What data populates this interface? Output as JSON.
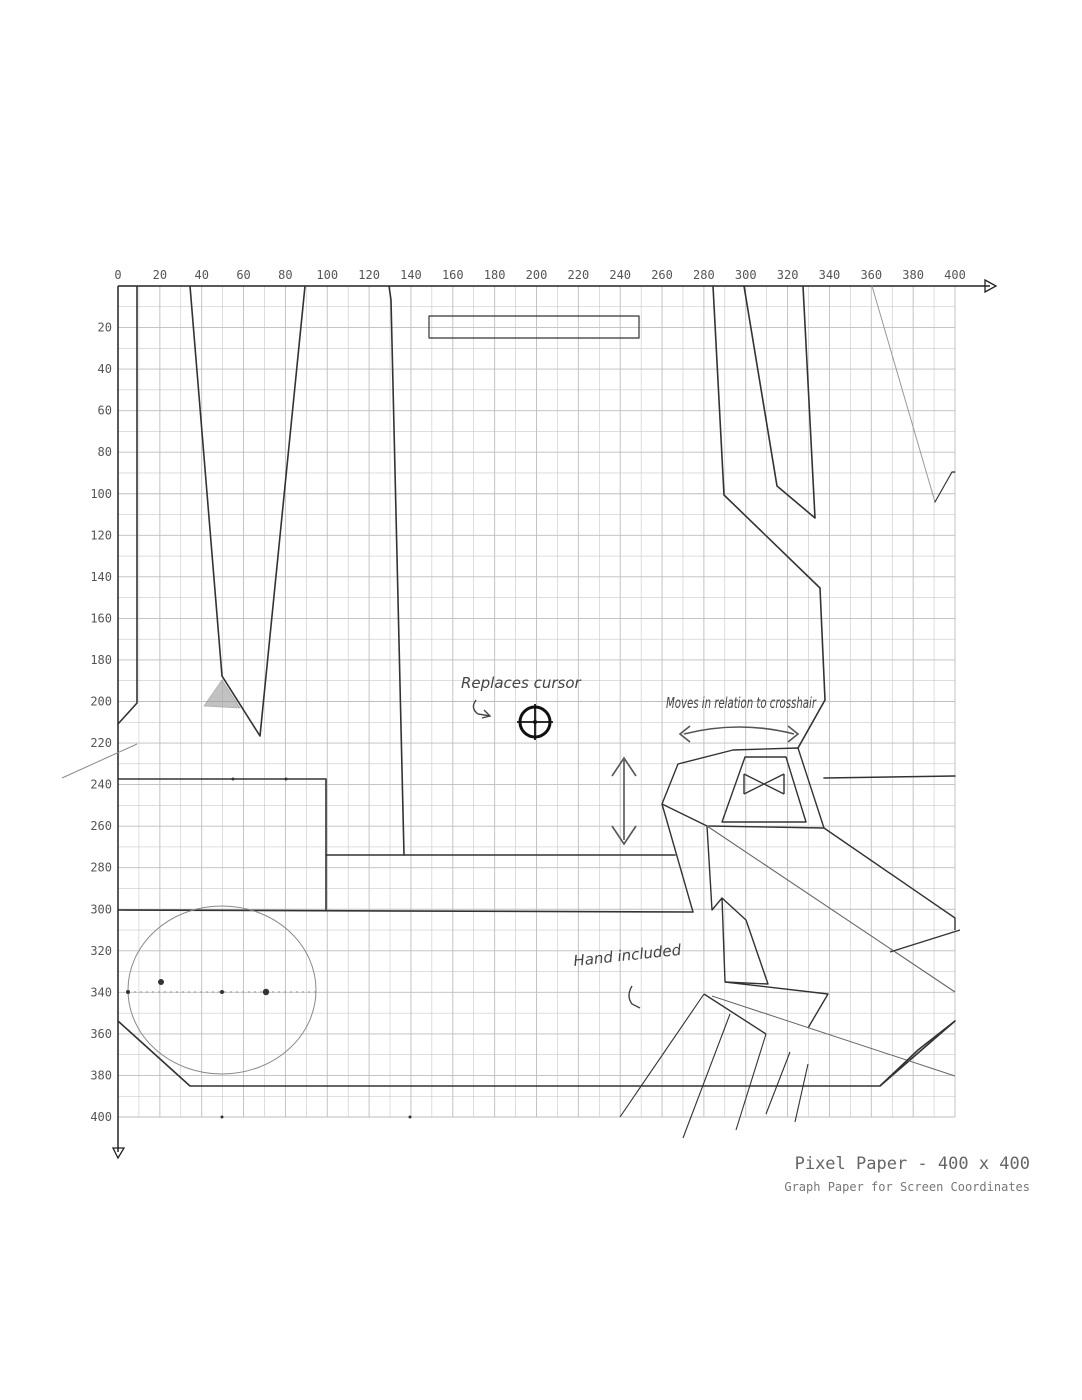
{
  "sheet": {
    "title": "Pixel Paper - 400 x 400",
    "subtitle": "Graph Paper for Screen Coordinates"
  },
  "axes": {
    "x_ticks": [
      "0",
      "20",
      "40",
      "60",
      "80",
      "100",
      "120",
      "140",
      "160",
      "180",
      "200",
      "220",
      "240",
      "260",
      "280",
      "300",
      "320",
      "340",
      "360",
      "380",
      "400"
    ],
    "y_ticks": [
      "20",
      "40",
      "60",
      "80",
      "100",
      "120",
      "140",
      "160",
      "180",
      "200",
      "220",
      "240",
      "260",
      "280",
      "300",
      "320",
      "340",
      "360",
      "380",
      "400"
    ]
  },
  "annotations": {
    "crosshair_note": "Replaces cursor",
    "gun_note": "Moves in relation to crosshair",
    "hand_note": "Hand included"
  },
  "colors": {
    "grid": "#bdbdbd",
    "pencil": "#333333",
    "light_pencil": "#8a8a8a"
  },
  "icons": {
    "crosshair": "crosshair-icon",
    "arrows": "double-arrow-icon"
  }
}
